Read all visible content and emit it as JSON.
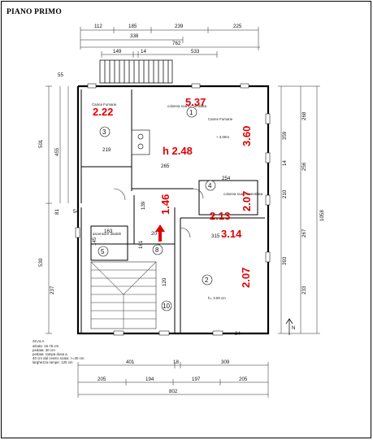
{
  "title": "PIANO PRIMO",
  "top_dims": {
    "row1": [
      "112",
      "185",
      "239",
      "225"
    ],
    "row2": [
      "338"
    ],
    "row3": [
      "762"
    ],
    "row4": [
      "149",
      "14",
      "533"
    ]
  },
  "bottom_dims": {
    "row1": [
      "401",
      "18",
      "309"
    ],
    "row2": [
      "205",
      "194",
      "197",
      "205"
    ],
    "row3": [
      "802"
    ]
  },
  "left_dims": [
    "501",
    "455",
    "219",
    "81",
    "54",
    "530",
    "237",
    "55",
    "145",
    "161"
  ],
  "right_dims": [
    "268",
    "359",
    "256",
    "14",
    "210",
    "1058",
    "267",
    "393",
    "233",
    "34"
  ],
  "inner_dims": [
    "219",
    "265",
    "254",
    "139",
    "163",
    "163",
    "120",
    "315",
    "15",
    "20"
  ],
  "rooms": [
    "1",
    "2",
    "3",
    "4",
    "5",
    "8",
    "10"
  ],
  "labels": {
    "canna_fumarie_1": "Canna Fumarie",
    "canna_fumarie_2": "Canne Fumarie",
    "colonna_scarico": "colonna scarico ventilata",
    "colonna_scarico_2": "colonna scarico ventilata",
    "ascensore": "ascensore disabili",
    "h_room2": "h= 3.00 cm",
    "h_room1": "+ 3.00m"
  },
  "heights": {
    "h1": "5.37",
    "h2": "2.22",
    "h3": "h 2.48",
    "h4": "3.60",
    "h5": "1.46",
    "h6": "2.07",
    "h7": "2.13",
    "h8": "3.14",
    "h9": "2.07"
  },
  "scala": {
    "title": "SCALA",
    "lines": [
      "alzata: 16.75 cm",
      "pedata: 30 cm",
      "pedata: rampa dosa a",
      "40 cm dal centro scala: >=30 cm",
      "larghezza rampe: 120 cm"
    ]
  },
  "north": "N"
}
